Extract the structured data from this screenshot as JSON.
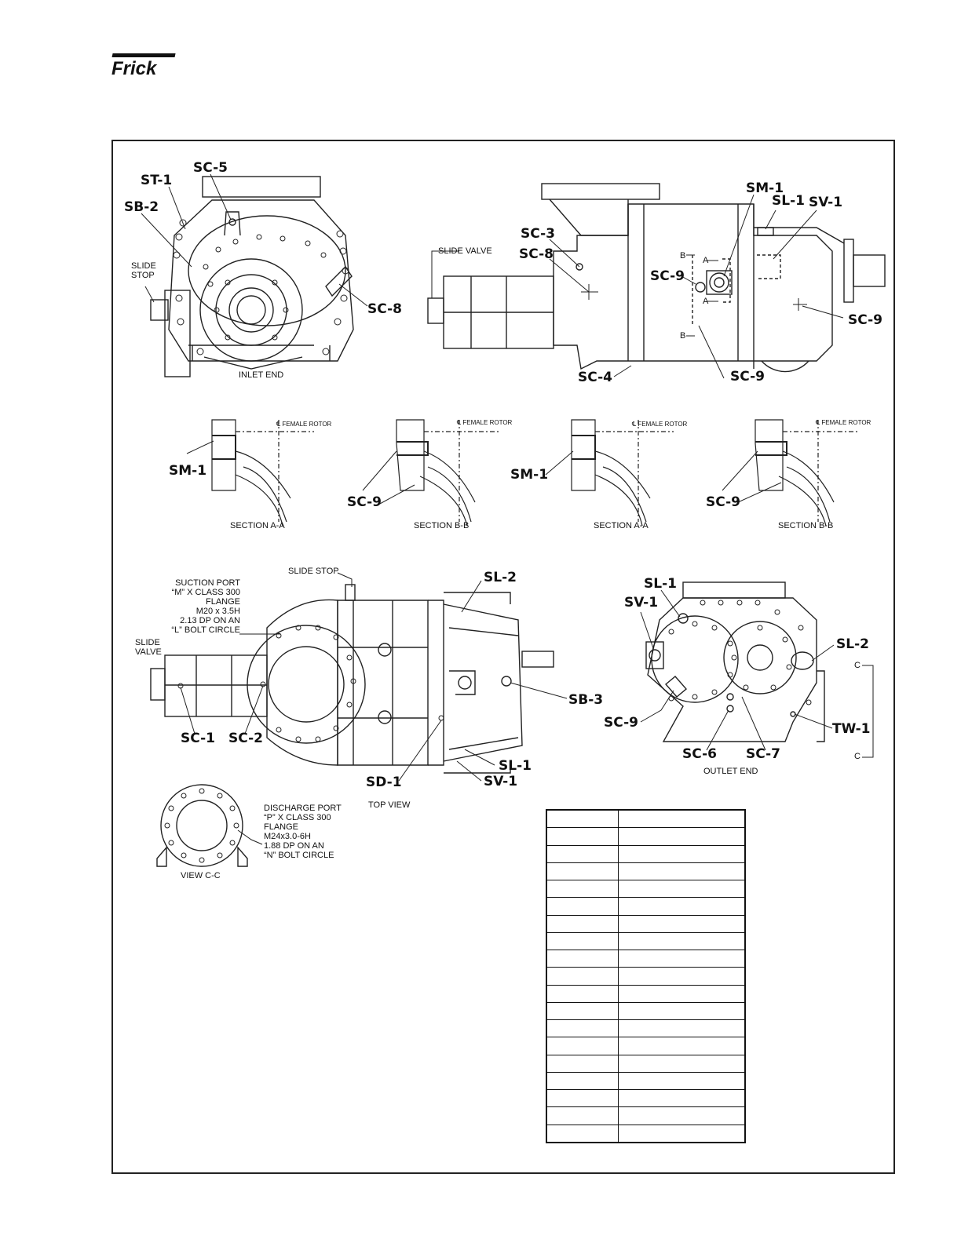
{
  "brand": {
    "logo_text": "Frick"
  },
  "views": {
    "inlet_end": "INLET END",
    "section_aa_1": "SECTION A-A",
    "section_bb_1": "SECTION B-B",
    "section_aa_2": "SECTION A-A",
    "section_bb_2": "SECTION B-B",
    "top_view": "TOP VIEW",
    "outlet_end": "OUTLET END",
    "view_cc": "VIEW C-C"
  },
  "labels": {
    "inlet": {
      "sc5": "SC-5",
      "st1": "ST-1",
      "sb2": "SB-2",
      "sc8": "SC-8"
    },
    "side": {
      "sm1": "SM-1",
      "sl1": "SL-1",
      "sv1": "SV-1",
      "sc3": "SC-3",
      "sc8": "SC-8",
      "sc9a": "SC-9",
      "sc9b": "SC-9",
      "sc9c": "SC-9",
      "sc4": "SC-4",
      "b_top": "B",
      "b_bot": "B",
      "a_top": "A",
      "a_bot": "A"
    },
    "sections": {
      "sm1a": "SM-1",
      "sc9a": "SC-9",
      "sm1b": "SM-1",
      "sc9b": "SC-9",
      "female_rotor": "℄ FEMALE ROTOR"
    },
    "top": {
      "slide_stop": "SLIDE STOP",
      "sl2": "SL-2",
      "sb3": "SB-3",
      "sc1": "SC-1",
      "sc2": "SC-2",
      "sd1": "SD-1",
      "sl1": "SL-1",
      "sv1": "SV-1"
    },
    "outlet": {
      "sl1": "SL-1",
      "sv1": "SV-1",
      "sl2": "SL-2",
      "sc9": "SC-9",
      "tw1": "TW-1",
      "sc6": "SC-6",
      "sc7": "SC-7",
      "c_top": "C",
      "c_bot": "C"
    }
  },
  "captions": {
    "slide_stop": "SLIDE\nSTOP",
    "slide_valve_side": "SLIDE VALVE",
    "slide_valve_top": "SLIDE\nVALVE",
    "suction_port": "SUCTION PORT\n“M” X CLASS 300\nFLANGE\nM20 x 3.5H\n2.13 DP ON AN\n“L” BOLT CIRCLE",
    "discharge_port": "DISCHARGE PORT\n“P” X CLASS 300\nFLANGE\nM24x3.0-6H\n1.88 DP ON AN\n“N” BOLT CIRCLE"
  },
  "table": {
    "rows": 19,
    "cols": 2
  }
}
